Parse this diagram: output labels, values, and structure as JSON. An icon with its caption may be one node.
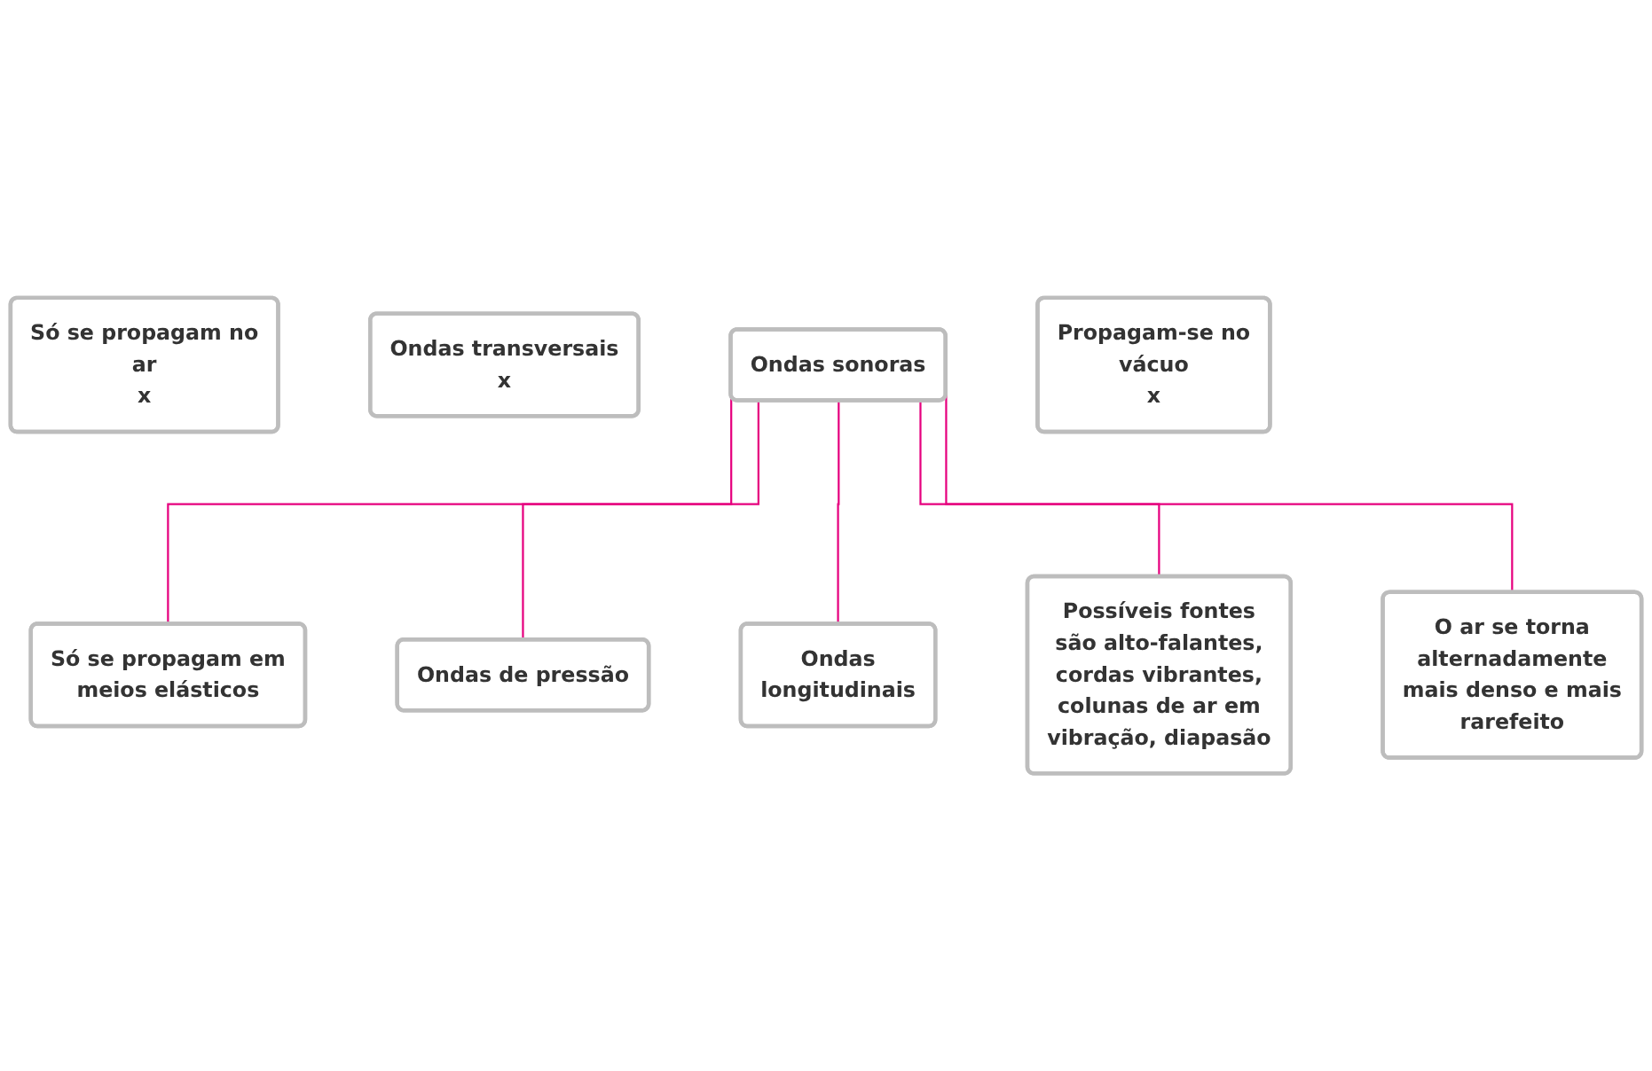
{
  "diagram": {
    "nodes": [
      {
        "text": [
          "Só se propagam em meios elásticos"
        ]
      },
      {
        "text": [
          "Ondas de pressão"
        ]
      },
      {
        "text": [
          "Só se propagam no ar",
          "x"
        ]
      },
      {
        "text": [
          "Ondas transversais",
          "x"
        ]
      },
      {
        "text": [
          "Ondas sonoras"
        ]
      },
      {
        "text": [
          "Ondas longitudinais"
        ]
      },
      {
        "text": [
          "Propagam-se no vácuo",
          "x"
        ]
      },
      {
        "text": [
          "Possíveis fontes são alto-falantes, cordas vibrantes, colunas de ar em vibração, diapasão"
        ]
      },
      {
        "text": [
          "O ar se torna alternadamente mais denso e mais rarefeito"
        ]
      }
    ],
    "edges": [
      {
        "from": 4,
        "to": 0,
        "arrow": "none"
      },
      {
        "from": 4,
        "to": 1,
        "arrow": "none"
      },
      {
        "from": 4,
        "to": 5,
        "arrow": "none"
      },
      {
        "from": 4,
        "to": 7,
        "arrow": "none"
      },
      {
        "from": 4,
        "to": 8,
        "arrow": "none"
      }
    ]
  }
}
